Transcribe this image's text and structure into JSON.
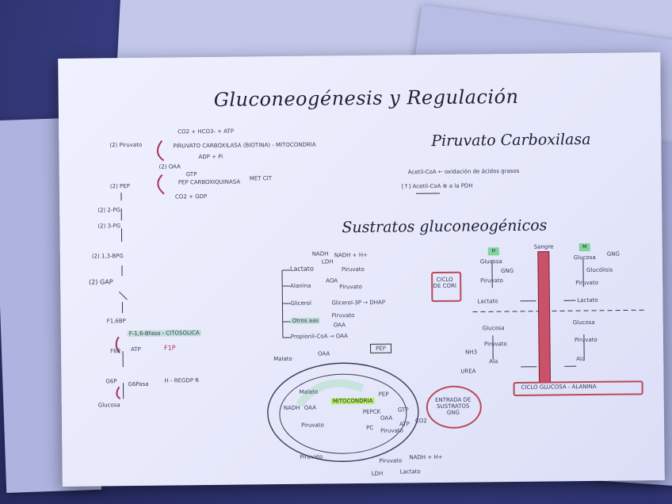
{
  "title": "Gluconeogénesis y Regulación",
  "right_heading_1": "Piruvato Carboxilasa",
  "right_heading_2": "Sustratos gluconeogénicos",
  "pathway": {
    "piruvato_line": "(2) Piruvato",
    "co2_line": "CO2 + HCO3- + ATP",
    "pc_line": "PIRUVATO CARBOXILASA (BIOTINA) - MITOCONDRIA",
    "adp_line": "ADP + Pi",
    "oaa_line": "(2) OAA",
    "gtp_line": "GTP",
    "pepck_line": "PEP CARBOXIQUINASA",
    "met_line": "MET CIT",
    "gdp_line": "CO2 + GDP",
    "pep_line": "(2) PEP",
    "pg2_line": "(2) 2-PG",
    "pg3_line": "(2) 3-PG",
    "bpg_line": "(2) 1,3-BPG",
    "gap_line": "(2) GAP",
    "f16bp_line": "F1,6BP",
    "f16bpasa_line": "F-1,6-Bfasa - CITOSOLICA",
    "f6p_line": "F6P",
    "atp_f6p": "ATP",
    "f1p_line": "F1P",
    "g6p_line": "G6P",
    "g6pasa_line": "G6Pasa",
    "regulation_line": "H - REGDP R",
    "glucosa_line": "Glucosa"
  },
  "carboxilasa_notes": {
    "line1": "Acetil-CoA ← oxidación de ácidos grasos",
    "line2": "[↑] Acetil-CoA ⊕ a la PDH"
  },
  "substrates": {
    "lactato": "Lactato",
    "nadh": "NADH",
    "ldh": "LDH",
    "nadh_h": "NADH + H+",
    "piruvato": "Piruvato",
    "alanina": "Alanina",
    "aoa": "AOA",
    "piruvato2": "Piruvato",
    "glicerol": "Glicerol",
    "glicerol3p": "Glicerol-3P → DHAP",
    "otros_aas": "Otros aas",
    "piruvato3": "Piruvato",
    "oaa": "OAA",
    "propionil": "Propionil-CoA → OAA"
  },
  "mito": {
    "malato_out": "Malato",
    "oaa_top": "OAA",
    "pep_box": "PEP",
    "malato_in": "Malato",
    "nadh_in": "NADH",
    "oaa_in": "OAA",
    "mito_label": "MITOCONDRIA",
    "pep_in": "PEP",
    "pepck_in": "PEPCK",
    "oaa_in2": "OAA",
    "gtp_in": "GTP",
    "piruvato_in": "Piruvato",
    "pc_in": "PC",
    "atp_in": "ATP",
    "co2_in": "CO2",
    "piruvato_in2": "Piruvato",
    "piruvato_out": "Piruvato",
    "piruvato_bottom": "Piruvato",
    "nadh_bottom": "NADH + H+",
    "ldh_bottom": "LDH",
    "lactato_bottom": "Lactato",
    "entrada": "ENTRADA DE SUSTRATOS GNG"
  },
  "cori": {
    "ciclo": "CICLO DE CORI",
    "h_left": "H",
    "m_right": "M",
    "sangre": "Sangre",
    "glucosa_l": "Glucosa",
    "gng_l": "GNG",
    "piruvato_l": "Piruvato",
    "lactato_l": "Lactato",
    "glucosa_r": "Glucosa",
    "gng_r": "GNG",
    "glucolisis_r": "Glucólisis",
    "piruvato_r": "Piruvato",
    "lactato_r": "Lactato",
    "glucosa_l2": "Glucosa",
    "piruvato_l2": "Piruvato",
    "nh3": "NH3",
    "urea": "UREA",
    "ala_l": "Ala",
    "glucosa_r2": "Glucosa",
    "piruvato_r2": "Piruvato",
    "ala_r": "Ala",
    "ciclo_ga": "CICLO GLUCOSA - ALANINA"
  }
}
